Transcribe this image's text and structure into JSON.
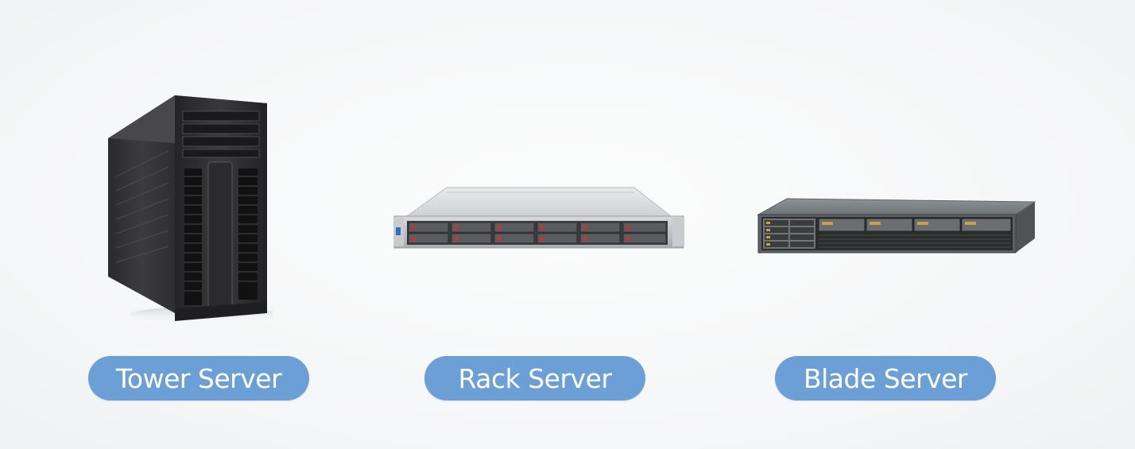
{
  "servers": [
    {
      "label": "Tower Server",
      "icon": "tower-server-icon"
    },
    {
      "label": "Rack Server",
      "icon": "rack-server-icon"
    },
    {
      "label": "Blade Server",
      "icon": "blade-server-icon"
    }
  ],
  "colors": {
    "pill": "#6b9fd6",
    "pill_text": "#ffffff",
    "background": "#f7f8f9"
  }
}
